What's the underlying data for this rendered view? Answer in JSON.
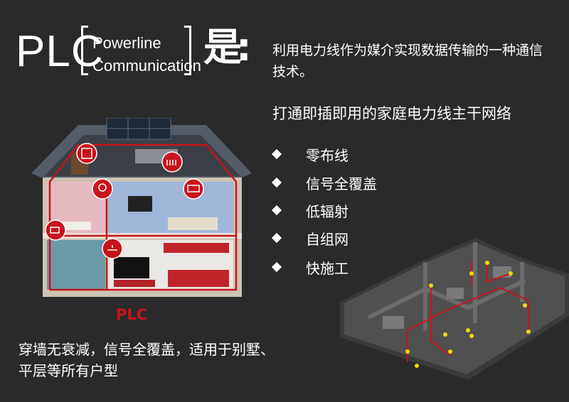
{
  "title": {
    "plc": "PLC",
    "line1": "Powerline",
    "line2": "Communication",
    "shi": "是",
    "colon": ":"
  },
  "description": "利用电力线作为媒介实现数据传输的一种通信技术。",
  "subheading": "打通即插即用的家庭电力线主干网络",
  "features": [
    {
      "label": "零布线"
    },
    {
      "label": "信号全覆盖"
    },
    {
      "label": "低辐射"
    },
    {
      "label": "自组网"
    },
    {
      "label": "快施工"
    }
  ],
  "house_label": "PLC",
  "caption": "穿墙无衰减，信号全覆盖，适用于别墅、平层等所有户型",
  "colors": {
    "background": "#2a2a2a",
    "accent_red": "#c8141c",
    "node_yellow": "#f5d90a"
  },
  "icons": [
    "radiator-icon",
    "heater-icon",
    "lamp-icon",
    "air-conditioner-icon",
    "camera-icon",
    "smoke-detector-icon"
  ]
}
